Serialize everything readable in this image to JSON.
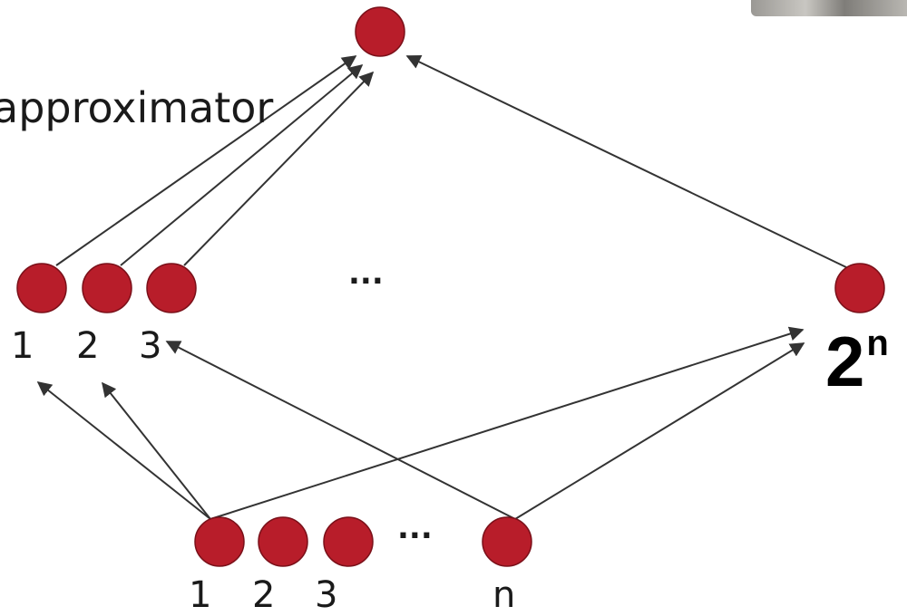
{
  "title": "approximator",
  "colors": {
    "node": "#B81D2A",
    "node_stroke": "#7a1019",
    "edge": "#333333"
  },
  "hidden_layer": {
    "labels": [
      "1",
      "2",
      "3"
    ],
    "ellipsis": "...",
    "last_label_base": "2",
    "last_label_exp": "n"
  },
  "input_layer": {
    "labels": [
      "1",
      "2",
      "3",
      "n"
    ],
    "ellipsis": "..."
  }
}
